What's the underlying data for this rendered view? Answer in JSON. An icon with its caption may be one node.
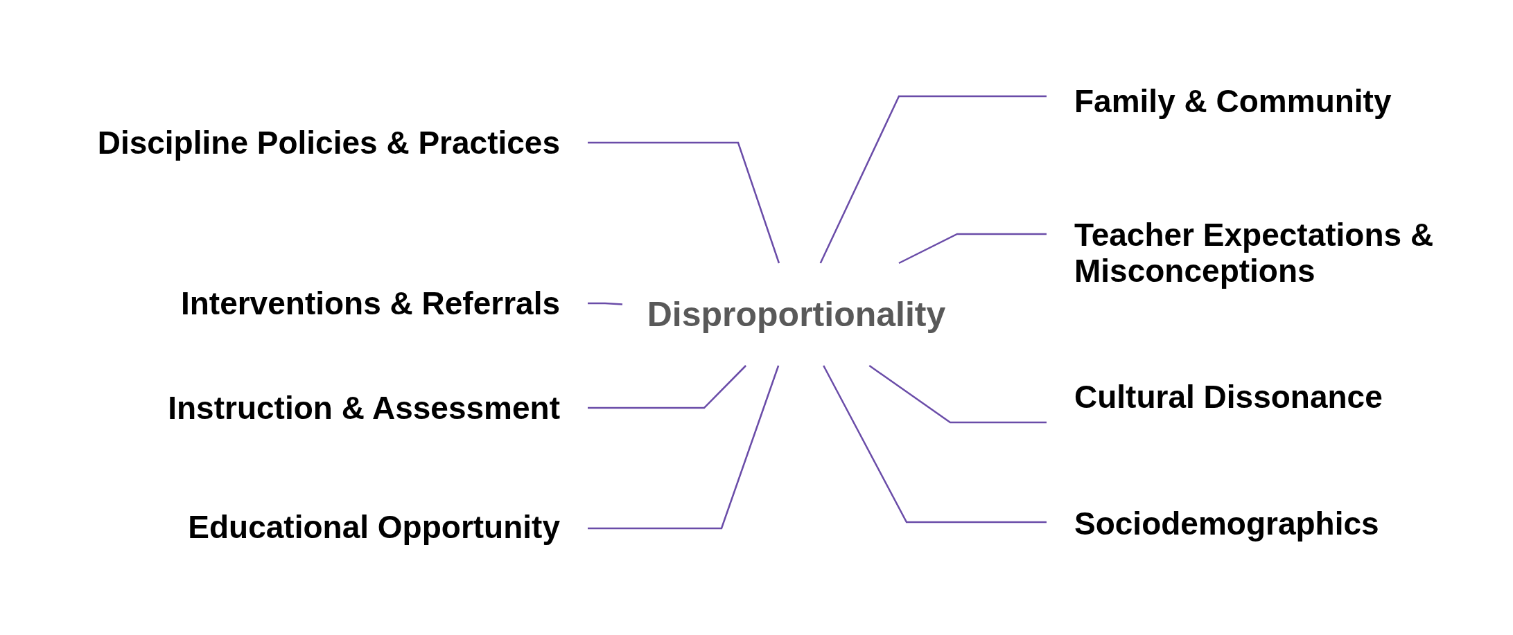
{
  "diagram": {
    "nodes": [
      {
        "text": [
          "Disproportionality"
        ]
      },
      {
        "text": [
          "Discipline Policies & Practices"
        ]
      },
      {
        "text": [
          "Interventions & Referrals"
        ]
      },
      {
        "text": [
          "Instruction & Assessment"
        ]
      },
      {
        "text": [
          "Educational Opportunity"
        ]
      },
      {
        "text": [
          "Family & Community"
        ]
      },
      {
        "text": [
          "Teacher Expectations & Misconceptions"
        ]
      },
      {
        "text": [
          "Cultural Dissonance"
        ]
      },
      {
        "text": [
          "Sociodemographics"
        ]
      }
    ],
    "edges": [
      {
        "from": 0,
        "to": 1,
        "arrow": "none"
      },
      {
        "from": 0,
        "to": 2,
        "arrow": "none"
      },
      {
        "from": 0,
        "to": 3,
        "arrow": "none"
      },
      {
        "from": 0,
        "to": 4,
        "arrow": "none"
      },
      {
        "from": 0,
        "to": 5,
        "arrow": "none"
      },
      {
        "from": 0,
        "to": 6,
        "arrow": "none"
      },
      {
        "from": 0,
        "to": 7,
        "arrow": "none"
      },
      {
        "from": 0,
        "to": 8,
        "arrow": "none"
      }
    ]
  }
}
